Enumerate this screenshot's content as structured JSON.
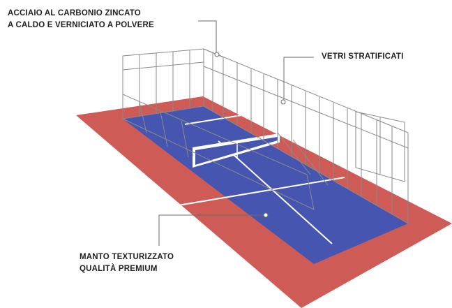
{
  "labels": {
    "steel": {
      "line1": "ACCIAIO AL CARBONIO ZINCATO",
      "line2": "A CALDO E VERNICIATO A POLVERE"
    },
    "glass": {
      "line1": "VETRI STRATIFICATI"
    },
    "turf": {
      "line1": "MANTO TEXTURIZZATO",
      "line2": "QUALITÀ PREMIUM"
    }
  },
  "colors": {
    "surround": "#cf5b57",
    "court": "#4656b0",
    "court_lines": "#ffffff",
    "frame": "#8a8a8a",
    "callout": "#6b6b6b"
  }
}
